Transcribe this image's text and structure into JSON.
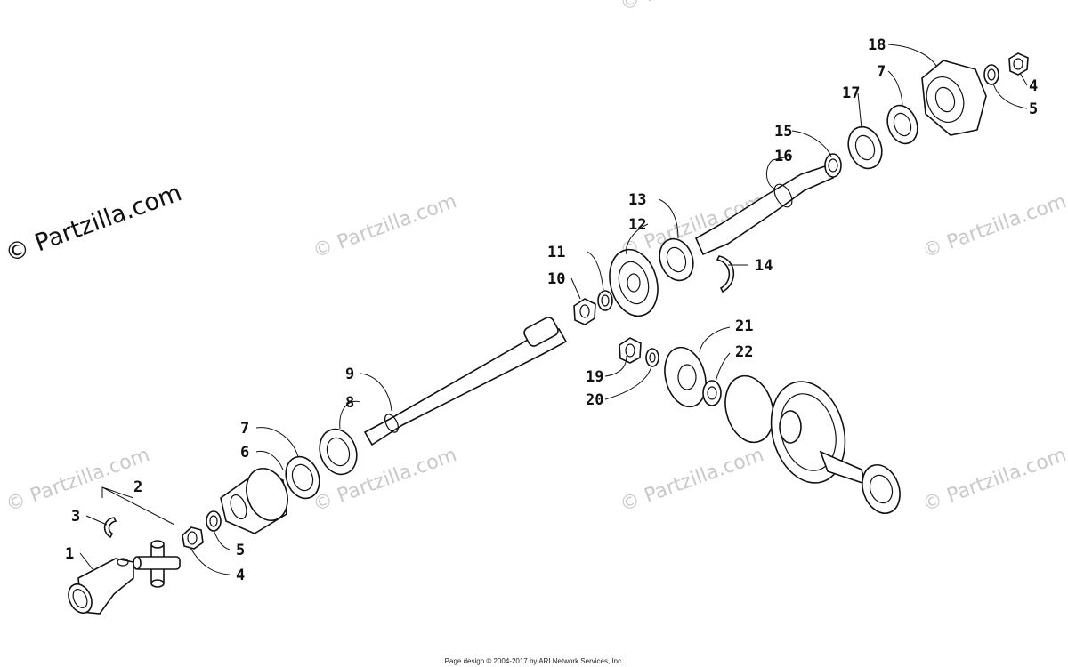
{
  "watermarks": [
    "© Partzilla.com",
    "© Partzilla.com",
    "© Partzilla.com",
    "© Partzilla.com",
    "© Partzilla.com",
    "© Partzilla.com",
    "© Partzilla.com",
    "© Partzilla.com",
    "© Partzilla.com"
  ],
  "callouts": {
    "c1": "1",
    "c2": "2",
    "c3": "3",
    "c4a": "4",
    "c5a": "5",
    "c6": "6",
    "c7a": "7",
    "c8": "8",
    "c9": "9",
    "c10": "10",
    "c11": "11",
    "c12": "12",
    "c13": "13",
    "c14": "14",
    "c15": "15",
    "c16": "16",
    "c17": "17",
    "c7b": "7",
    "c18": "18",
    "c4b": "4",
    "c5b": "5",
    "c19": "19",
    "c20": "20",
    "c21": "21",
    "c22": "22"
  },
  "footer": "Page design © 2004-2017 by ARI Network Services, Inc."
}
